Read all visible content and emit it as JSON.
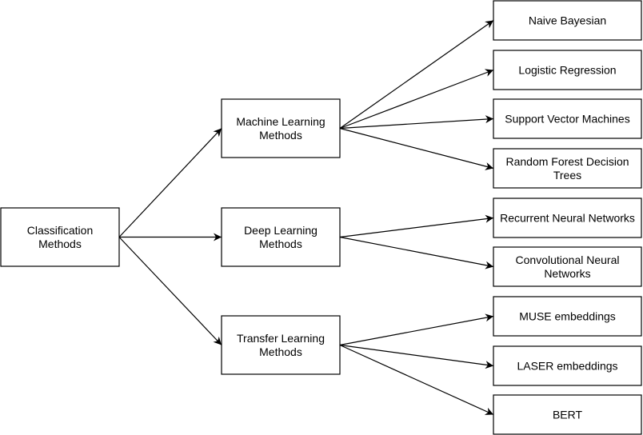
{
  "diagram": {
    "root": {
      "id": "classification",
      "label_lines": [
        "Classification",
        "Methods"
      ]
    },
    "categories": [
      {
        "id": "ml",
        "label_lines": [
          "Machine Learning",
          "Methods"
        ],
        "leaves": [
          {
            "id": "naive-bayesian",
            "label_lines": [
              "Naive Bayesian"
            ]
          },
          {
            "id": "logistic-regression",
            "label_lines": [
              "Logistic Regression"
            ]
          },
          {
            "id": "svm",
            "label_lines": [
              "Support Vector Machines"
            ]
          },
          {
            "id": "random-forest",
            "label_lines": [
              "Random Forest Decision",
              "Trees"
            ]
          }
        ]
      },
      {
        "id": "dl",
        "label_lines": [
          "Deep Learning",
          "Methods"
        ],
        "leaves": [
          {
            "id": "rnn",
            "label_lines": [
              "Recurrent Neural Networks"
            ]
          },
          {
            "id": "cnn",
            "label_lines": [
              "Convolutional Neural",
              "Networks"
            ]
          }
        ]
      },
      {
        "id": "tl",
        "label_lines": [
          "Transfer Learning",
          "Methods"
        ],
        "leaves": [
          {
            "id": "muse",
            "label_lines": [
              "MUSE embeddings"
            ]
          },
          {
            "id": "laser",
            "label_lines": [
              "LASER embeddings"
            ]
          },
          {
            "id": "bert",
            "label_lines": [
              "BERT"
            ]
          }
        ]
      }
    ]
  }
}
